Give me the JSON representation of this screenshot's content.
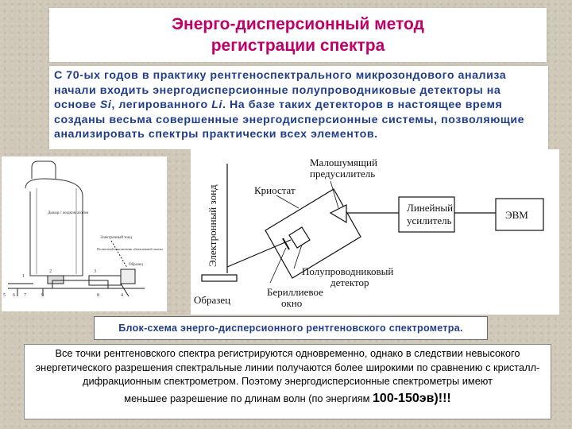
{
  "title": {
    "line1": "Энерго-дисперсионный метод",
    "line2": "регистрации спектра"
  },
  "intro": {
    "part1": "С 70-ых годов в практику рентгеноспектрального микрозондового анализа начали входить энергодисперсионные полупроводниковые детекторы на основе ",
    "si": "Si",
    "part2": ", легированного ",
    "li": "Li",
    "part3": ". На базе таких детекторов в настоящее время созданы весьма совершенные энергодисперсионные системы, позволяющие анализировать спектры практически всех элементов."
  },
  "left_figure": {
    "label_cylinder": "Дьюар с жидким азотом",
    "label_beam": "Электронный зонд",
    "label_window": "Полюсный наконечник объективной линзы",
    "label_sample": "Образец",
    "num_1": "1",
    "num_2": "2",
    "num_3": "3",
    "num_4": "4",
    "num_5": "5",
    "num_6": "6",
    "num_7": "7",
    "num_8": "8",
    "num_9": "9"
  },
  "diagram": {
    "electron_probe": "Электронный зонд",
    "preamp_line1": "Малошумящий",
    "preamp_line2": "предусилитель",
    "cryostat": "Криостат",
    "linear_amp_line1": "Линейный",
    "linear_amp_line2": "усилитель",
    "computer": "ЭВМ",
    "detector_line1": "Полупроводниковый",
    "detector_line2": "детектор",
    "window_line1": "Бериллиевое",
    "window_line2": "окно",
    "sample": "Образец"
  },
  "caption": "Блок-схема энерго-дисперсионного рентгеновского спектрометра.",
  "bottom": {
    "main": "Все точки рентгеновского спектра регистрируются одновременно, однако в следствии невысокого энергетического разрешения спектральные линии получаются более широкими по сравнению с кристалл-дифракционным спектрометром. Поэтому энергодисперсионные спектрометры имеют",
    "last_prefix": "меньшее разрешение по длинам волн (по энергиям ",
    "highlight": "100-150эв",
    "suffix": ")!!!"
  },
  "colors": {
    "title": "#c0006a",
    "intro_text": "#1f3d8a",
    "background": "#cfc8b8"
  }
}
